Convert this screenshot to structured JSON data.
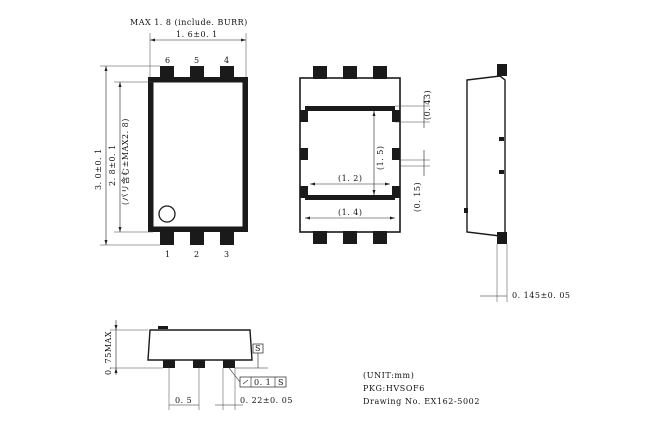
{
  "top_view": {
    "max_label": "MAX  1. 8 (include. BURR)",
    "width_label": "1. 6±0. 1",
    "length_label": "3. 0±0. 1",
    "inner_length_label": "2. 8±0. 1",
    "burr_label": "(バリ含む±MAX2. 8)",
    "pins_top": [
      "6",
      "5",
      "4"
    ],
    "pins_bottom": [
      "1",
      "2",
      "3"
    ]
  },
  "bottom_view": {
    "dim_043": "(0. 43)",
    "dim_15": "(1. 5)",
    "dim_12": "(1. 2)",
    "dim_015": "(0. 15)",
    "dim_14": "(1. 4)"
  },
  "side_view": {
    "thickness_label": "0. 145±0. 05"
  },
  "front_view": {
    "height_label": "0. 75MAX",
    "pitch_label": "0. 5",
    "lead_width_label": "0. 22±0. 05",
    "datum_label": "S",
    "flatness_label": "0. 1",
    "flatness_datum": "S"
  },
  "notes": {
    "unit": "(UNIT:mm)",
    "pkg": "PKG:HVSOF6",
    "drawing_no": "Drawing  No. EX162-5002"
  }
}
